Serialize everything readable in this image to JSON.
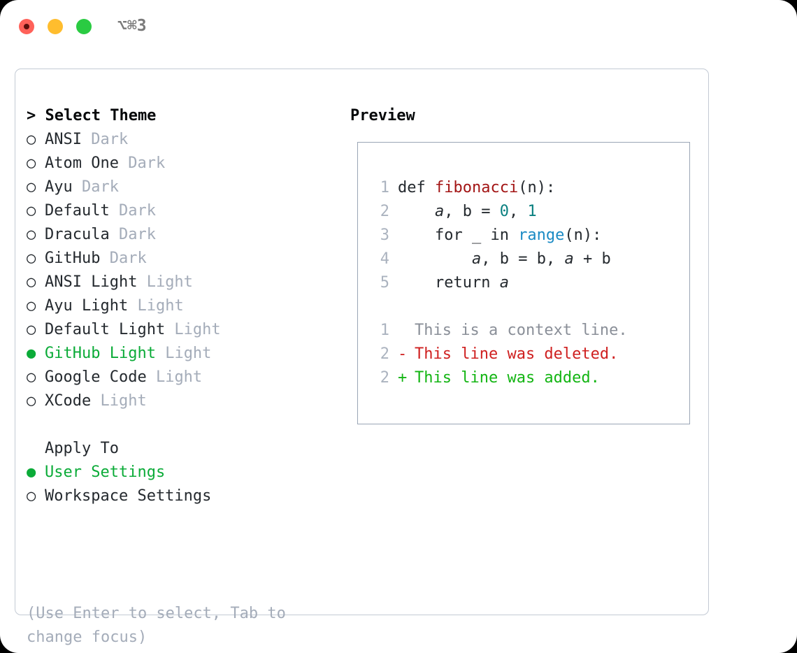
{
  "window": {
    "title": "⌥⌘3",
    "traffic_lights": [
      "close-red",
      "minimize-yellow",
      "maximize-green"
    ]
  },
  "theme_picker": {
    "header": "> Select Theme",
    "items": [
      {
        "bullet": "○",
        "name": "ANSI",
        "tag": "Dark",
        "selected": false
      },
      {
        "bullet": "○",
        "name": "Atom One",
        "tag": "Dark",
        "selected": false
      },
      {
        "bullet": "○",
        "name": "Ayu",
        "tag": "Dark",
        "selected": false
      },
      {
        "bullet": "○",
        "name": "Default",
        "tag": "Dark",
        "selected": false
      },
      {
        "bullet": "○",
        "name": "Dracula",
        "tag": "Dark",
        "selected": false
      },
      {
        "bullet": "○",
        "name": "GitHub",
        "tag": "Dark",
        "selected": false
      },
      {
        "bullet": "○",
        "name": "ANSI Light",
        "tag": "Light",
        "selected": false
      },
      {
        "bullet": "○",
        "name": "Ayu Light",
        "tag": "Light",
        "selected": false
      },
      {
        "bullet": "○",
        "name": "Default Light",
        "tag": "Light",
        "selected": false
      },
      {
        "bullet": "●",
        "name": "GitHub Light",
        "tag": "Light",
        "selected": true
      },
      {
        "bullet": "○",
        "name": "Google Code",
        "tag": "Light",
        "selected": false
      },
      {
        "bullet": "○",
        "name": "XCode",
        "tag": "Light",
        "selected": false
      }
    ]
  },
  "apply_to": {
    "header": "Apply To",
    "options": [
      {
        "bullet": "●",
        "label": "User Settings",
        "selected": true
      },
      {
        "bullet": "○",
        "label": "Workspace Settings",
        "selected": false
      }
    ]
  },
  "hint": "(Use Enter to select, Tab to change focus)",
  "preview": {
    "header": "Preview",
    "code_lines": [
      {
        "n": "1",
        "tokens": [
          {
            "t": "def ",
            "c": "kw"
          },
          {
            "t": "fibonacci",
            "c": "fn"
          },
          {
            "t": "(n):",
            "c": "pl"
          }
        ]
      },
      {
        "n": "2",
        "tokens": [
          {
            "t": "    ",
            "c": "pl"
          },
          {
            "t": "a",
            "c": "var"
          },
          {
            "t": ", ",
            "c": "pl"
          },
          {
            "t": "b",
            "c": "kw"
          },
          {
            "t": " = ",
            "c": "pl"
          },
          {
            "t": "0",
            "c": "num"
          },
          {
            "t": ", ",
            "c": "pl"
          },
          {
            "t": "1",
            "c": "num"
          }
        ]
      },
      {
        "n": "3",
        "tokens": [
          {
            "t": "    for _ in ",
            "c": "kw"
          },
          {
            "t": "range",
            "c": "bi"
          },
          {
            "t": "(n):",
            "c": "pl"
          }
        ]
      },
      {
        "n": "4",
        "tokens": [
          {
            "t": "        ",
            "c": "pl"
          },
          {
            "t": "a",
            "c": "var"
          },
          {
            "t": ", ",
            "c": "pl"
          },
          {
            "t": "b",
            "c": "kw"
          },
          {
            "t": " = ",
            "c": "pl"
          },
          {
            "t": "b",
            "c": "kw"
          },
          {
            "t": ", ",
            "c": "pl"
          },
          {
            "t": "a",
            "c": "var"
          },
          {
            "t": " + ",
            "c": "pl"
          },
          {
            "t": "b",
            "c": "kw"
          }
        ]
      },
      {
        "n": "5",
        "tokens": [
          {
            "t": "    return ",
            "c": "kw"
          },
          {
            "t": "a",
            "c": "var"
          }
        ]
      }
    ],
    "diff_lines": [
      {
        "n": "1",
        "mark": " ",
        "text": "This is a context line.",
        "kind": "ctx"
      },
      {
        "n": "2",
        "mark": "-",
        "text": "This line was deleted.",
        "kind": "del"
      },
      {
        "n": "2",
        "mark": "+",
        "text": "This line was added.",
        "kind": "add"
      }
    ]
  },
  "colors": {
    "selected_green": "#0bab38",
    "tag_gray": "#a4acb9",
    "function_red": "#a31515",
    "number_teal": "#0a8080",
    "builtin_blue": "#1a8ac4",
    "diff_delete_red": "#cf2020",
    "diff_add_green": "#13b513",
    "panel_border": "#c3cad4",
    "preview_border": "#9aa5b5"
  }
}
